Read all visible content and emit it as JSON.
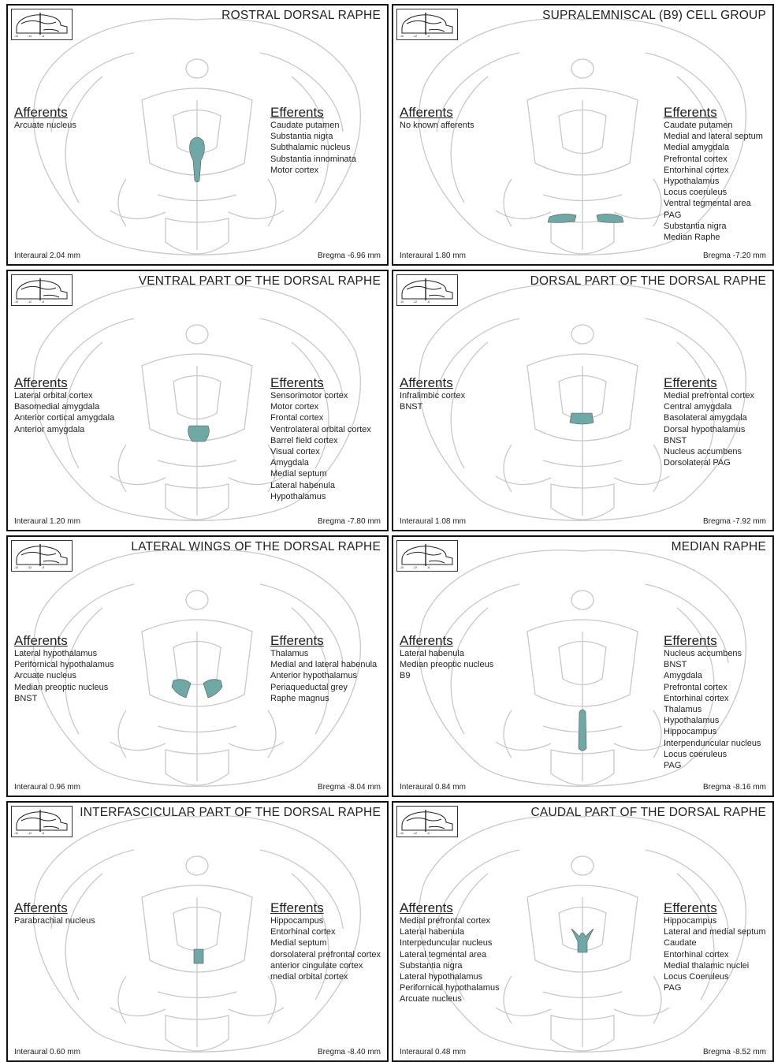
{
  "colors": {
    "outline": "#c8c8c8",
    "highlight": "#6fa9a7",
    "border": "#111111"
  },
  "labels": {
    "afferents": "Afferents",
    "efferents": "Efferents"
  },
  "inset": {
    "icon": "sagittal-brain-inset-icon",
    "text": "Interaural"
  },
  "panels": [
    {
      "title": "ROSTRAL DORSAL RAPHE",
      "afferents": [
        "Arcuate nucleus"
      ],
      "efferents": [
        "Caudate putamen",
        "Substantia nigra",
        "Subthalamic nucleus",
        "Substantia innominata",
        "Motor cortex"
      ],
      "interaural": "Interaural 2.04 mm",
      "bregma": "Bregma -6.96 mm"
    },
    {
      "title": "SUPRALEMNISCAL (B9) CELL GROUP",
      "afferents": [
        "No known afferents"
      ],
      "efferents": [
        "Caudate putamen",
        "Medial and lateral septum",
        "Medial amygdala",
        "Prefrontal cortex",
        "Entorhinal cortex",
        "Hypothalamus",
        "Locus coeruleus",
        "Ventral tegmental area",
        "PAG",
        "Substantia nigra",
        "Median Raphe"
      ],
      "interaural": "Interaural 1.80 mm",
      "bregma": "Bregma -7.20 mm"
    },
    {
      "title": "VENTRAL PART OF THE DORSAL RAPHE",
      "afferents": [
        "Lateral orbital cortex",
        "Basomedial amygdala",
        "Anterior cortical amygdala",
        "Anterior amygdala"
      ],
      "efferents": [
        "Sensorimotor cortex",
        "Motor cortex",
        "Frontal cortex",
        "Ventrolateral orbital cortex",
        "Barrel field cortex",
        "Visual cortex",
        "Amygdala",
        "Medial septum",
        "Lateral habenula",
        "Hypothalamus"
      ],
      "interaural": "Interaural 1.20 mm",
      "bregma": "Bregma -7.80 mm"
    },
    {
      "title": "DORSAL PART OF THE DORSAL RAPHE",
      "afferents": [
        "Infralimbic cortex",
        "BNST"
      ],
      "efferents": [
        "Medial prefrontal cortex",
        "Central amygdala",
        "Basolateral amygdala",
        "Dorsal hypothalamus",
        "BNST",
        "Nucleus accumbens",
        "Dorsolateral PAG"
      ],
      "interaural": "Interaural 1.08 mm",
      "bregma": "Bregma -7.92 mm"
    },
    {
      "title": "LATERAL WINGS OF THE DORSAL RAPHE",
      "afferents": [
        "Lateral hypothalamus",
        "Perifornical hypothalamus",
        "Arcuate nucleus",
        "Median preoptic nucleus",
        "BNST"
      ],
      "efferents": [
        "Thalamus",
        "Medial and lateral habenula",
        "Anterior hypothalamus",
        "Periaqueductal grey",
        "Raphe magnus"
      ],
      "interaural": "Interaural 0.96 mm",
      "bregma": "Bregma -8.04 mm"
    },
    {
      "title": "MEDIAN RAPHE",
      "afferents": [
        "Lateral habenula",
        "Median preoptic nucleus",
        "B9"
      ],
      "efferents": [
        "Nucleus accumbens",
        "BNST",
        "Amygdala",
        "Prefrontal cortex",
        "Entorhinal cortex",
        "Thalamus",
        "Hypothalamus",
        "Hippocampus",
        "Interpenduncular nucleus",
        "Locus coeruleus",
        "PAG"
      ],
      "interaural": "Interaural 0.84 mm",
      "bregma": "Bregma -8.16 mm"
    },
    {
      "title": "INTERFASCICULAR PART OF THE DORSAL RAPHE",
      "afferents": [
        "Parabrachial nucleus"
      ],
      "efferents": [
        "Hippocampus",
        "Entorhinal cortex",
        "Medial septum",
        "dorsolateral prefrontal cortex",
        "anterior cingulate cortex",
        "medial orbital cortex"
      ],
      "interaural": "Interaural 0.60 mm",
      "bregma": "Bregma -8.40 mm"
    },
    {
      "title": "CAUDAL PART OF THE DORSAL RAPHE",
      "afferents": [
        "Medial prefrontal cortex",
        "Lateral habenula",
        "Interpeduncular nucleus",
        "Lateral tegmental area",
        "Substantia nigra",
        "Lateral hypothalamus",
        "Perifornical hypothalamus",
        "Arcuate nucleus"
      ],
      "efferents": [
        "Hippocampus",
        "Lateral and medial septum",
        "Caudate",
        "Entorhinal cortex",
        "Medial thalamic nuclei",
        "Locus Coeruleus",
        "PAG"
      ],
      "interaural": "Interaural 0.48 mm",
      "bregma": "Bregma -8.52 mm"
    }
  ]
}
